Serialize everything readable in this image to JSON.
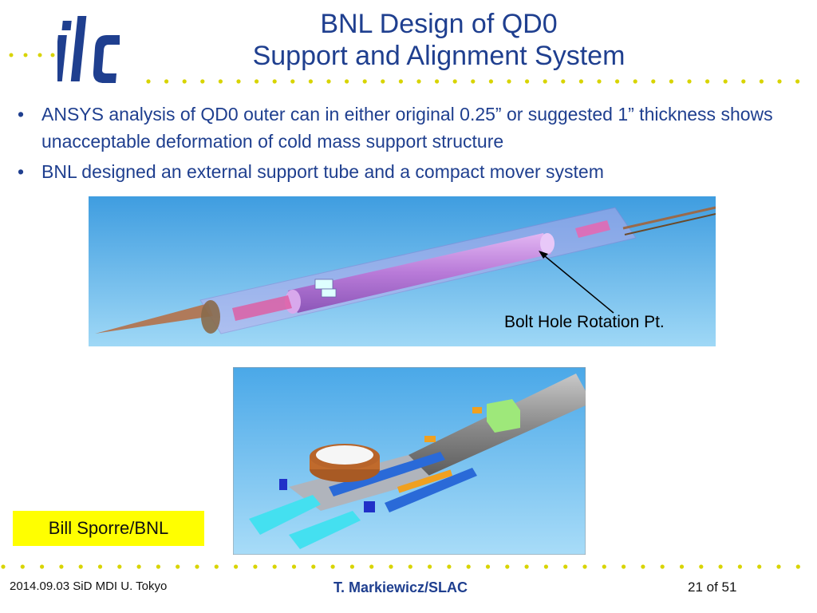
{
  "logo": {
    "text": "ilc",
    "icon": "ilc-logo-icon",
    "color": "#1f3f8f"
  },
  "slide": {
    "title_line1": "BNL Design of QD0",
    "title_line2": "Support and Alignment System"
  },
  "bullets": [
    "ANSYS analysis of QD0 outer can in either original 0.25” or suggested 1” thickness shows unacceptable deformation of cold mass support structure",
    "BNL designed an external support tube and a compact mover system"
  ],
  "figures": {
    "top": {
      "icon": "qd0-support-tube-render-icon",
      "callout": "Bolt Hole Rotation Pt."
    },
    "bottom": {
      "icon": "compact-mover-render-icon"
    }
  },
  "credit": "Bill Sporre/BNL",
  "footer": {
    "left": "2014.09.03 SiD MDI U. Tokyo",
    "center": "T. Markiewicz/SLAC",
    "right": "21 of 51"
  },
  "colors": {
    "title": "#1f3f8f",
    "dots": "#d8d400",
    "credit_bg": "#ffff00",
    "sky": "#5ab2e8"
  }
}
